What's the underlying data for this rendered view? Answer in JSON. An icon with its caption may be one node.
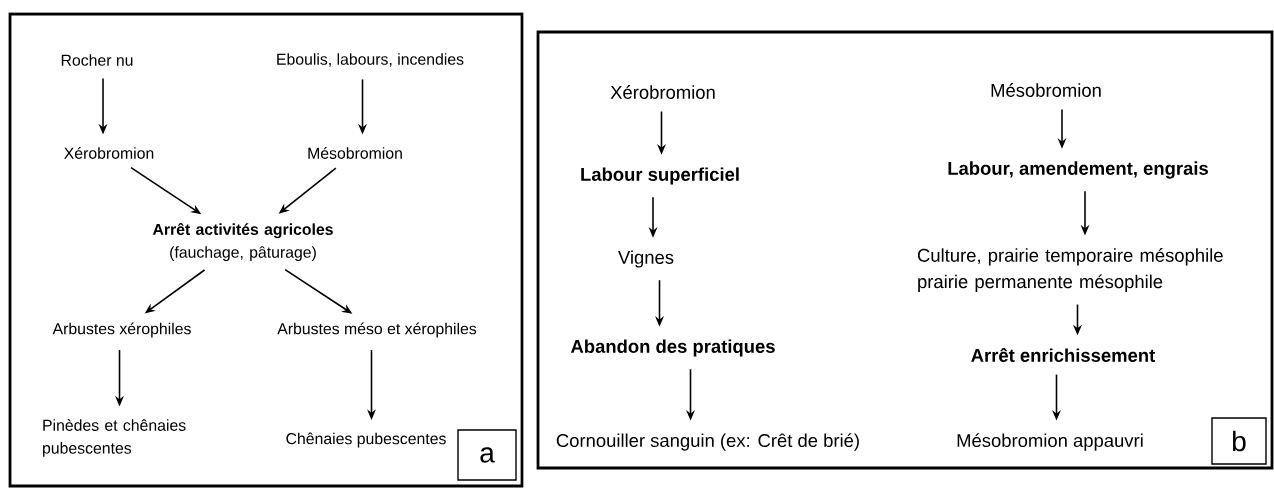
{
  "diagram": {
    "nodes": [
      {
        "text": [],
        "shape": "box"
      },
      {
        "text": [
          "a"
        ],
        "in": 0
      },
      {
        "text": [
          "Rocher nu"
        ],
        "in": 0
      },
      {
        "text": [
          "Eboulis, labours, incendies"
        ],
        "in": 0
      },
      {
        "text": [
          "Xérobromion"
        ],
        "in": 0
      },
      {
        "text": [
          "Mésobromion"
        ],
        "in": 0
      },
      {
        "text": [
          "Arrêt activités agricoles",
          "(fauchage, pâturage)"
        ],
        "in": 0
      },
      {
        "text": [
          "Arbustes xérophiles"
        ],
        "in": 0
      },
      {
        "text": [
          "Arbustes méso et xérophiles"
        ],
        "in": 0
      },
      {
        "text": [
          "Pinèdes et chênaies pubescentes"
        ],
        "in": 0
      },
      {
        "text": [
          "Chênaies pubescentes"
        ],
        "in": 0
      },
      {
        "text": [],
        "shape": "box"
      },
      {
        "text": [
          "b"
        ],
        "in": 11
      },
      {
        "text": [
          "Xérobromion"
        ],
        "in": 11
      },
      {
        "text": [
          "Labour superficiel"
        ],
        "in": 11
      },
      {
        "text": [
          "Vignes"
        ],
        "in": 11
      },
      {
        "text": [
          "Abandon des pratiques"
        ],
        "in": 11
      },
      {
        "text": [
          "Cornouiller sanguin (ex: Crêt de brié)"
        ],
        "in": 11
      },
      {
        "text": [
          "Mésobromion"
        ],
        "in": 11
      },
      {
        "text": [
          "Labour, amendement, engrais"
        ],
        "in": 11
      },
      {
        "text": [
          "Culture, prairie temporaire mésophile prairie permanente mésophile"
        ],
        "in": 11
      },
      {
        "text": [
          "Arrêt enrichissement"
        ],
        "in": 11
      },
      {
        "text": [
          "Mésobromion appauvri"
        ],
        "in": 11
      }
    ],
    "edges": [
      {
        "from": 2,
        "to": 4,
        "arrow": "to"
      },
      {
        "from": 3,
        "to": 5,
        "arrow": "to"
      },
      {
        "from": 4,
        "to": 6,
        "arrow": "to"
      },
      {
        "from": 5,
        "to": 6,
        "arrow": "to"
      },
      {
        "from": 6,
        "to": 7,
        "arrow": "to"
      },
      {
        "from": 6,
        "to": 8,
        "arrow": "to"
      },
      {
        "from": 7,
        "to": 9,
        "arrow": "to"
      },
      {
        "from": 8,
        "to": 10,
        "arrow": "to"
      },
      {
        "from": 13,
        "to": 14,
        "arrow": "to"
      },
      {
        "from": 14,
        "to": 15,
        "arrow": "to"
      },
      {
        "from": 15,
        "to": 16,
        "arrow": "to"
      },
      {
        "from": 16,
        "to": 17,
        "arrow": "to"
      },
      {
        "from": 18,
        "to": 19,
        "arrow": "to"
      },
      {
        "from": 19,
        "to": 20,
        "arrow": "to"
      },
      {
        "from": 20,
        "to": 21,
        "arrow": "to"
      },
      {
        "from": 21,
        "to": 22,
        "arrow": "to"
      }
    ]
  }
}
